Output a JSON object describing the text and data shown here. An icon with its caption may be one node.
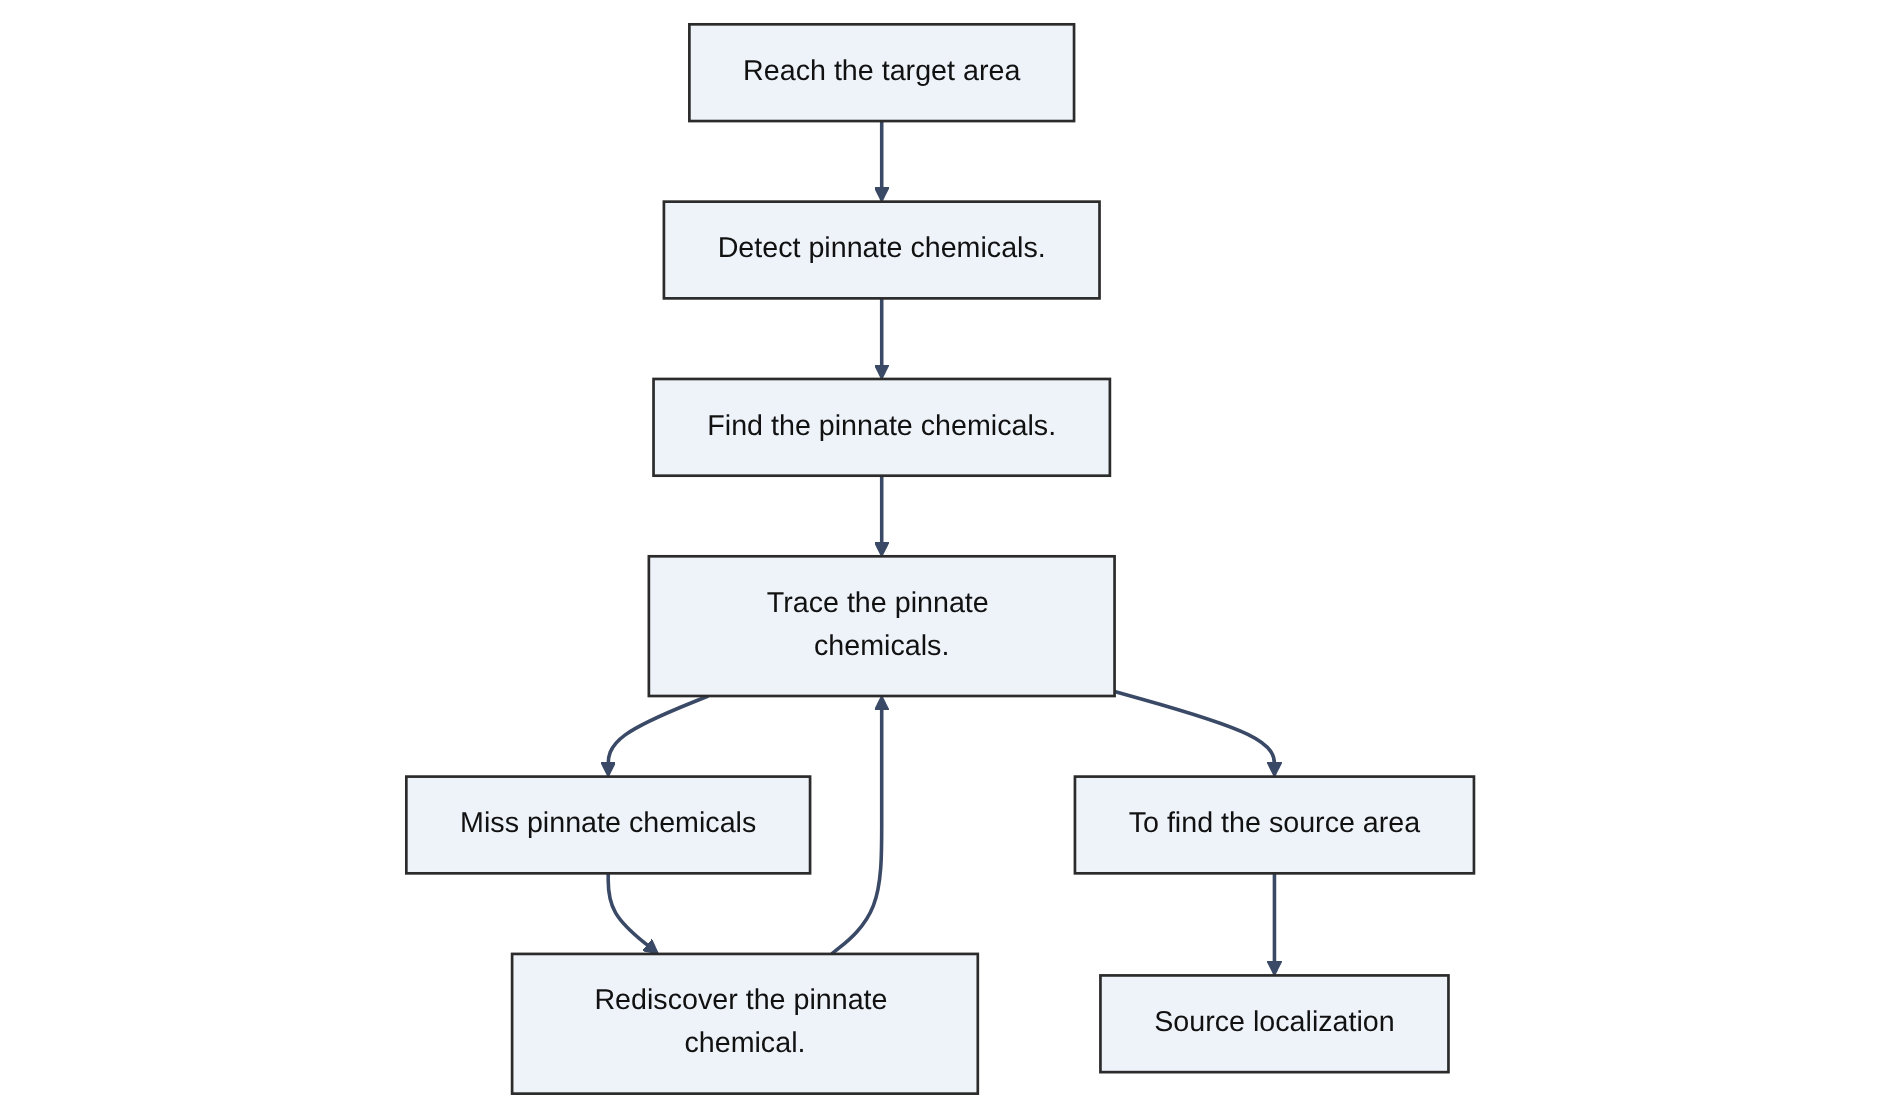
{
  "diagram": {
    "nodes": [
      {
        "text": [
          "Reach the target area"
        ]
      },
      {
        "text": [
          "Detect pinnate chemicals."
        ]
      },
      {
        "text": [
          "Find the pinnate chemicals."
        ]
      },
      {
        "text": [
          "Trace the pinnate chemicals."
        ]
      },
      {
        "text": [
          "Miss pinnate chemicals"
        ]
      },
      {
        "text": [
          "Rediscover the pinnate chemical."
        ]
      },
      {
        "text": [
          "To find the source area"
        ]
      },
      {
        "text": [
          "Source localization"
        ]
      }
    ],
    "edges": [
      {
        "from": 0,
        "to": 1,
        "arrow": "to"
      },
      {
        "from": 1,
        "to": 2,
        "arrow": "to"
      },
      {
        "from": 2,
        "to": 3,
        "arrow": "to"
      },
      {
        "from": 3,
        "to": 4,
        "arrow": "to"
      },
      {
        "from": 4,
        "to": 5,
        "arrow": "to"
      },
      {
        "from": 5,
        "to": 3,
        "arrow": "to"
      },
      {
        "from": 3,
        "to": 6,
        "arrow": "to"
      },
      {
        "from": 6,
        "to": 7,
        "arrow": "to"
      }
    ]
  }
}
